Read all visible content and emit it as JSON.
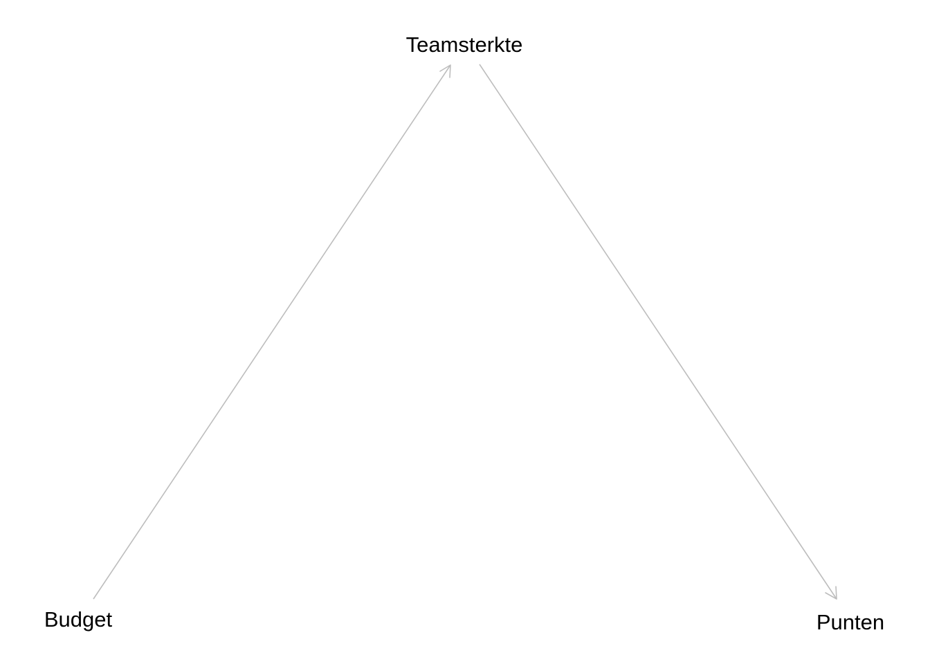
{
  "diagram": {
    "type": "directed-graph",
    "edge_color": "#bdbdbd",
    "label_color": "#000000",
    "nodes": {
      "teamsterkte": "Teamsterkte",
      "budget": "Budget",
      "punten": "Punten"
    },
    "edges": [
      {
        "from": "Budget",
        "to": "Teamsterkte"
      },
      {
        "from": "Teamsterkte",
        "to": "Punten"
      }
    ]
  }
}
